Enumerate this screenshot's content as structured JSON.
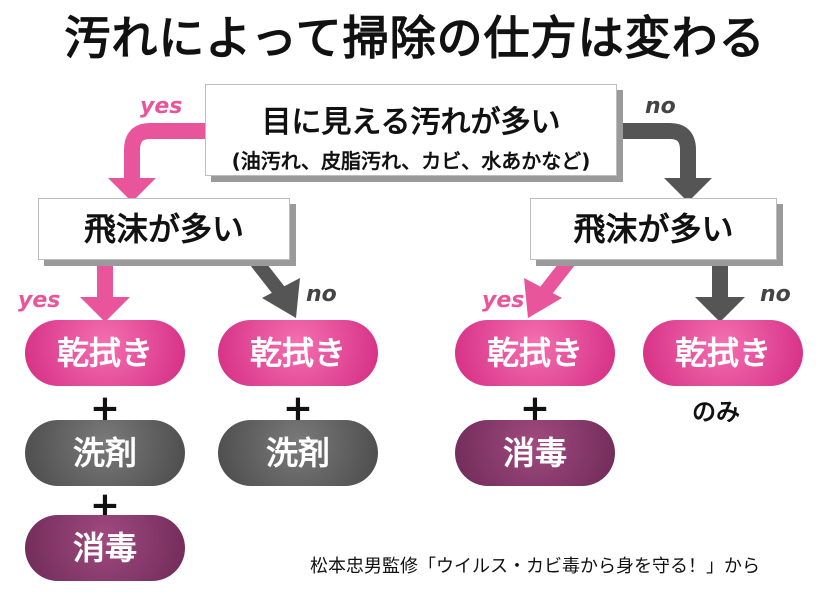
{
  "title": "汚れによって掃除の仕方は変わる",
  "top": {
    "main": "目に見える汚れが多い",
    "sub": "(油汚れ、皮脂汚れ、カビ、水あかなど)"
  },
  "labels": {
    "yes": "yes",
    "no": "no"
  },
  "mid": {
    "left": "飛沫が多い",
    "right": "飛沫が多い"
  },
  "leaves": {
    "dry_wipe": "乾拭き",
    "detergent": "洗剤",
    "disinfect": "消毒",
    "plus": "+",
    "only": "のみ"
  },
  "source": "松本忠男監修「ウイルス・カビ毒から身を守る！」から",
  "colors": {
    "pink": "#e8559a",
    "gray": "#555555",
    "plum": "#7a2e5f"
  }
}
